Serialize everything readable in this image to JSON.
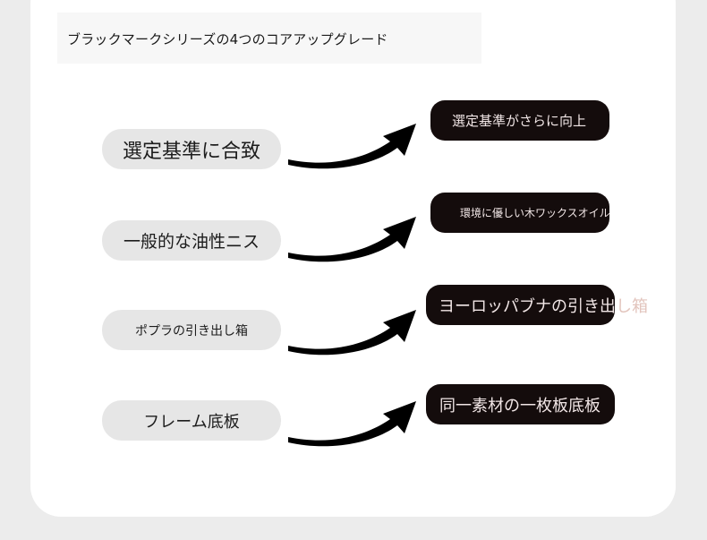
{
  "heading": "ブラックマークシリーズの4つのコアアップグレード",
  "rows": [
    {
      "before": "選定基準に合致",
      "after": "選定基準がさらに向上"
    },
    {
      "before": "一般的な油性ニス",
      "after": "環境に優しい木ワックスオイル"
    },
    {
      "before": "ポプラの引き出し箱",
      "after": "ヨーロッパブナの引き出",
      "after_tail": "し箱"
    },
    {
      "before": "フレーム底板",
      "after": "同一素材の一枚板底板"
    }
  ],
  "colors": {
    "page_bg": "#ececec",
    "card_bg": "#ffffff",
    "left_pill": "#e6e6e6",
    "right_pill": "#140c0c",
    "arrow": "#000000"
  },
  "icons": [
    "curved-arrow-icon"
  ]
}
